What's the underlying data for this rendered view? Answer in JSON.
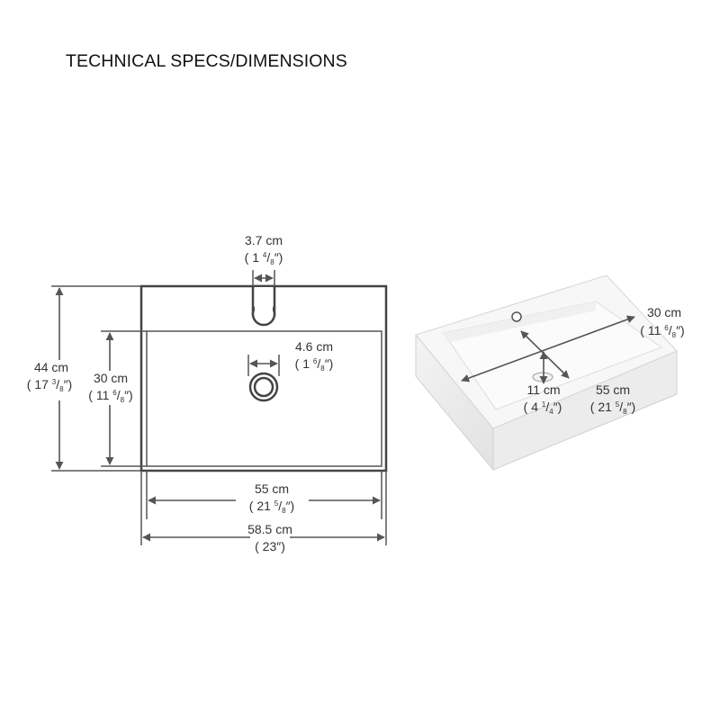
{
  "title": "TECHNICAL SPECS/DIMENSIONS",
  "colors": {
    "line": "#555555",
    "outline": "#444444",
    "text": "#333333",
    "basin_rim": "#d8d8d8"
  },
  "top_view": {
    "faucet_hole": {
      "cm": "3.7 cm",
      "in_prefix": "( 1 ",
      "in_num": "4",
      "in_den": "8",
      "in_suffix": "″)"
    },
    "drain": {
      "cm": "4.6 cm",
      "in_prefix": "( 1 ",
      "in_num": "6",
      "in_den": "8",
      "in_suffix": "″)"
    },
    "outer_depth": {
      "cm": "44 cm",
      "in_prefix": "( 17 ",
      "in_num": "3",
      "in_den": "8",
      "in_suffix": "″)"
    },
    "inner_depth": {
      "cm": "30 cm",
      "in_prefix": "( 11 ",
      "in_num": "6",
      "in_den": "8",
      "in_suffix": "″)"
    },
    "inner_width": {
      "cm": "55 cm",
      "in_prefix": "( 21 ",
      "in_num": "5",
      "in_den": "8",
      "in_suffix": "″)"
    },
    "outer_width": {
      "cm": "58.5 cm",
      "in_text": "( 23″)"
    }
  },
  "perspective_view": {
    "depth": {
      "cm": "30 cm",
      "in_prefix": "( 11 ",
      "in_num": "6",
      "in_den": "8",
      "in_suffix": "″)"
    },
    "height": {
      "cm": "11 cm",
      "in_prefix": "( 4 ",
      "in_num": "1",
      "in_den": "4",
      "in_suffix": "″)"
    },
    "width": {
      "cm": "55 cm",
      "in_prefix": "( 21 ",
      "in_num": "5",
      "in_den": "8",
      "in_suffix": "″)"
    }
  }
}
